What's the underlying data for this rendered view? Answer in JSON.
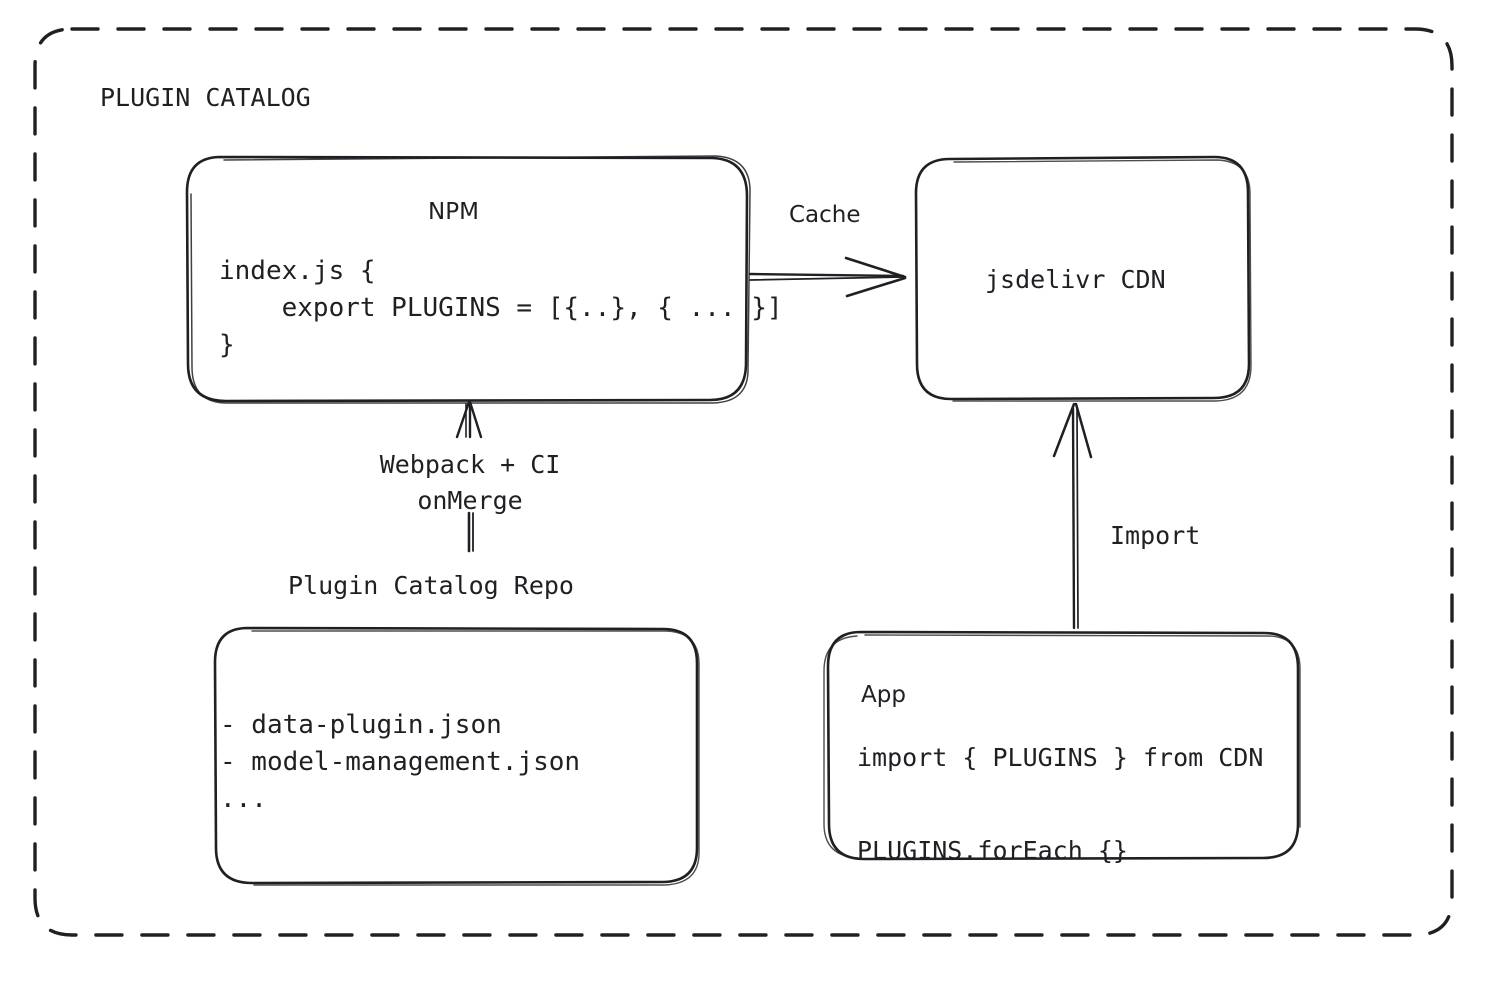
{
  "diagram": {
    "type": "architecture-flow",
    "container": {
      "name": "plugin-catalog-group",
      "title": "PLUGIN CATALOG",
      "border_style": "dashed",
      "stroke_color": "#1f2023"
    },
    "nodes": [
      {
        "id": "npm",
        "title": "NPM",
        "code": "index.js {\n    export PLUGINS = [{..}, { ... }]\n}"
      },
      {
        "id": "cdn",
        "title": "jsdelivr CDN"
      },
      {
        "id": "repo",
        "caption": "Plugin Catalog Repo",
        "files": "- data-plugin.json\n- model-management.json\n..."
      },
      {
        "id": "app",
        "title": "App",
        "code": "import { PLUGINS } from CDN\n\nPLUGINS.forEach {}"
      }
    ],
    "edges": [
      {
        "id": "npm-to-cdn",
        "label": "Cache",
        "from": "npm",
        "to": "cdn",
        "direction": "right"
      },
      {
        "id": "repo-to-npm",
        "label": "Webpack + CI\nonMerge",
        "from": "repo",
        "to": "npm",
        "direction": "up"
      },
      {
        "id": "app-to-cdn",
        "label": "Import",
        "from": "app",
        "to": "cdn",
        "direction": "up"
      }
    ]
  }
}
